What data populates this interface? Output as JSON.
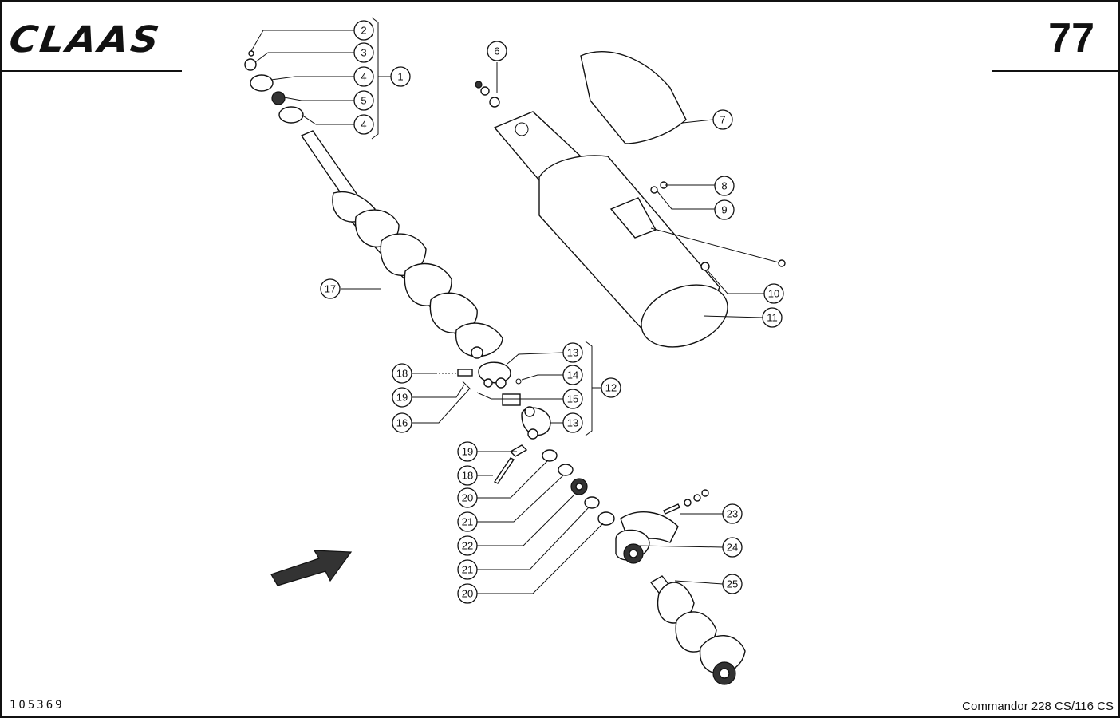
{
  "header": {
    "brand_logo": "CLAAS",
    "page_number": "77"
  },
  "footer": {
    "drawing_number": "105369",
    "model": "Commandor 228 CS/116 CS"
  },
  "callouts": [
    {
      "label": "2"
    },
    {
      "label": "3"
    },
    {
      "label": "4"
    },
    {
      "label": "5"
    },
    {
      "label": "4"
    },
    {
      "label": "1"
    },
    {
      "label": "6"
    },
    {
      "label": "7"
    },
    {
      "label": "8"
    },
    {
      "label": "9"
    },
    {
      "label": "10"
    },
    {
      "label": "11"
    },
    {
      "label": "17"
    },
    {
      "label": "13"
    },
    {
      "label": "18"
    },
    {
      "label": "14"
    },
    {
      "label": "19"
    },
    {
      "label": "15"
    },
    {
      "label": "12"
    },
    {
      "label": "16"
    },
    {
      "label": "13"
    },
    {
      "label": "19"
    },
    {
      "label": "18"
    },
    {
      "label": "20"
    },
    {
      "label": "21"
    },
    {
      "label": "22"
    },
    {
      "label": "21"
    },
    {
      "label": "20"
    },
    {
      "label": "23"
    },
    {
      "label": "24"
    },
    {
      "label": "25"
    }
  ]
}
